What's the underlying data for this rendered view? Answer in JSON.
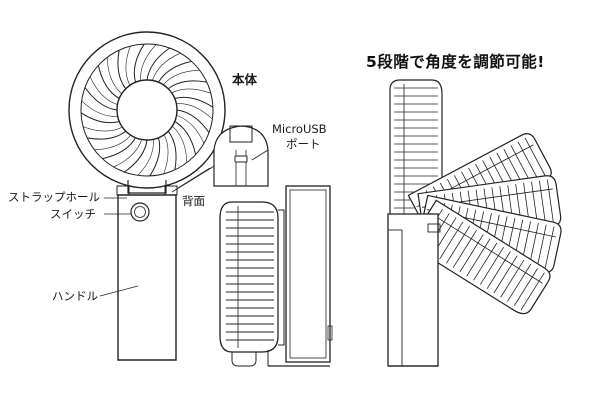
{
  "headline": "5段階で角度を調節可能!",
  "labels": {
    "body": "本体",
    "port_line1": "MicroUSB",
    "port_line2": "ポート",
    "back": "背面",
    "strap_hole": "ストラップホール",
    "switch": "スイッチ",
    "handle": "ハンドル"
  },
  "angle_steps": 5,
  "line_color": "#222222",
  "icons": [
    "fan-icon",
    "usb-port-icon"
  ]
}
